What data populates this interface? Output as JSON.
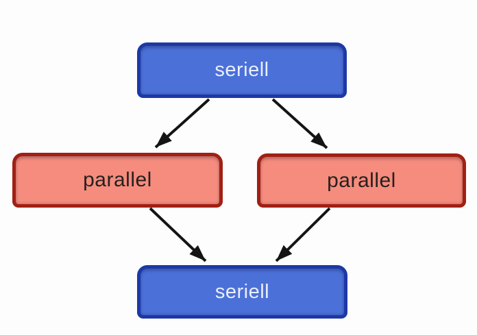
{
  "theme": {
    "background": "#fdfdfd",
    "blue_fill": "#4b70d8",
    "blue_border": "#1d38a6",
    "red_fill": "#f58c7d",
    "red_border": "#a02013",
    "arrow_color": "#141414",
    "light_text": "#e9effc",
    "dark_text": "#26201f"
  },
  "diagram": {
    "nodes": [
      {
        "id": "seriell-top",
        "label": "seriell",
        "kind": "serial"
      },
      {
        "id": "parallel-left",
        "label": "parallel",
        "kind": "parallel"
      },
      {
        "id": "parallel-right",
        "label": "parallel",
        "kind": "parallel"
      },
      {
        "id": "seriell-bottom",
        "label": "seriell",
        "kind": "serial"
      }
    ],
    "edges": [
      {
        "from": "seriell-top",
        "to": "parallel-left"
      },
      {
        "from": "seriell-top",
        "to": "parallel-right"
      },
      {
        "from": "parallel-left",
        "to": "seriell-bottom"
      },
      {
        "from": "parallel-right",
        "to": "seriell-bottom"
      }
    ]
  }
}
